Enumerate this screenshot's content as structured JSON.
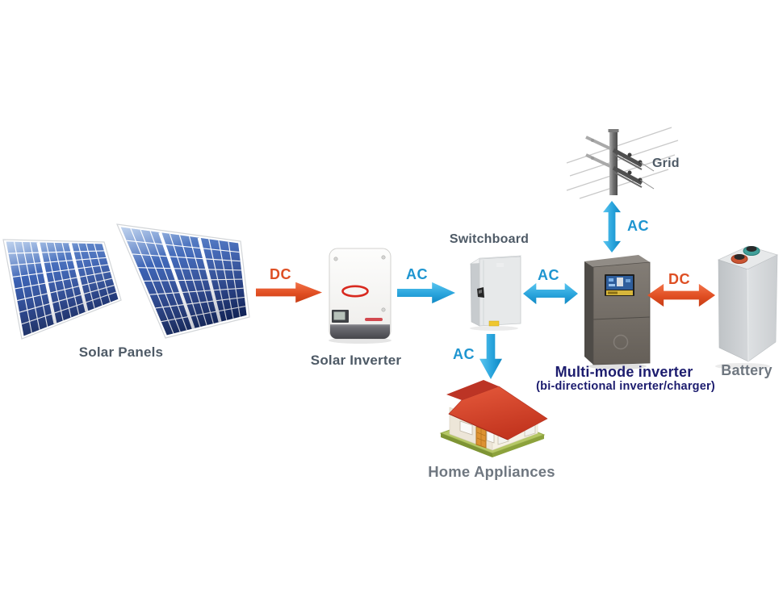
{
  "diagram": {
    "nodes": {
      "solar_panels": {
        "label": "Solar Panels"
      },
      "solar_inverter": {
        "label": "Solar Inverter"
      },
      "switchboard": {
        "label": "Switchboard"
      },
      "grid": {
        "label": "Grid"
      },
      "multi_mode_inverter": {
        "label": "Multi-mode inverter",
        "sublabel": "(bi-directional inverter/charger)"
      },
      "battery": {
        "label": "Battery"
      },
      "home_appliances": {
        "label": "Home Appliances"
      }
    },
    "flows": {
      "panels_to_inverter": {
        "label": "DC",
        "type": "dc",
        "direction": "right"
      },
      "inverter_to_switchboard": {
        "label": "AC",
        "type": "ac",
        "direction": "right"
      },
      "switchboard_to_multimode": {
        "label": "AC",
        "type": "ac",
        "direction": "both"
      },
      "switchboard_to_home": {
        "label": "AC",
        "type": "ac",
        "direction": "down"
      },
      "grid_to_multimode": {
        "label": "AC",
        "type": "ac",
        "direction": "both"
      },
      "multimode_to_battery": {
        "label": "DC",
        "type": "dc",
        "direction": "both"
      }
    },
    "colors": {
      "ac": "#1E95D0",
      "dc": "#DE4F24",
      "label_primary": "#4E5A66",
      "label_secondary": "#6F7780",
      "label_navy": "#1C1C6E",
      "panel_blue": "#2B4A9E",
      "roof_red": "#D8422C"
    }
  }
}
